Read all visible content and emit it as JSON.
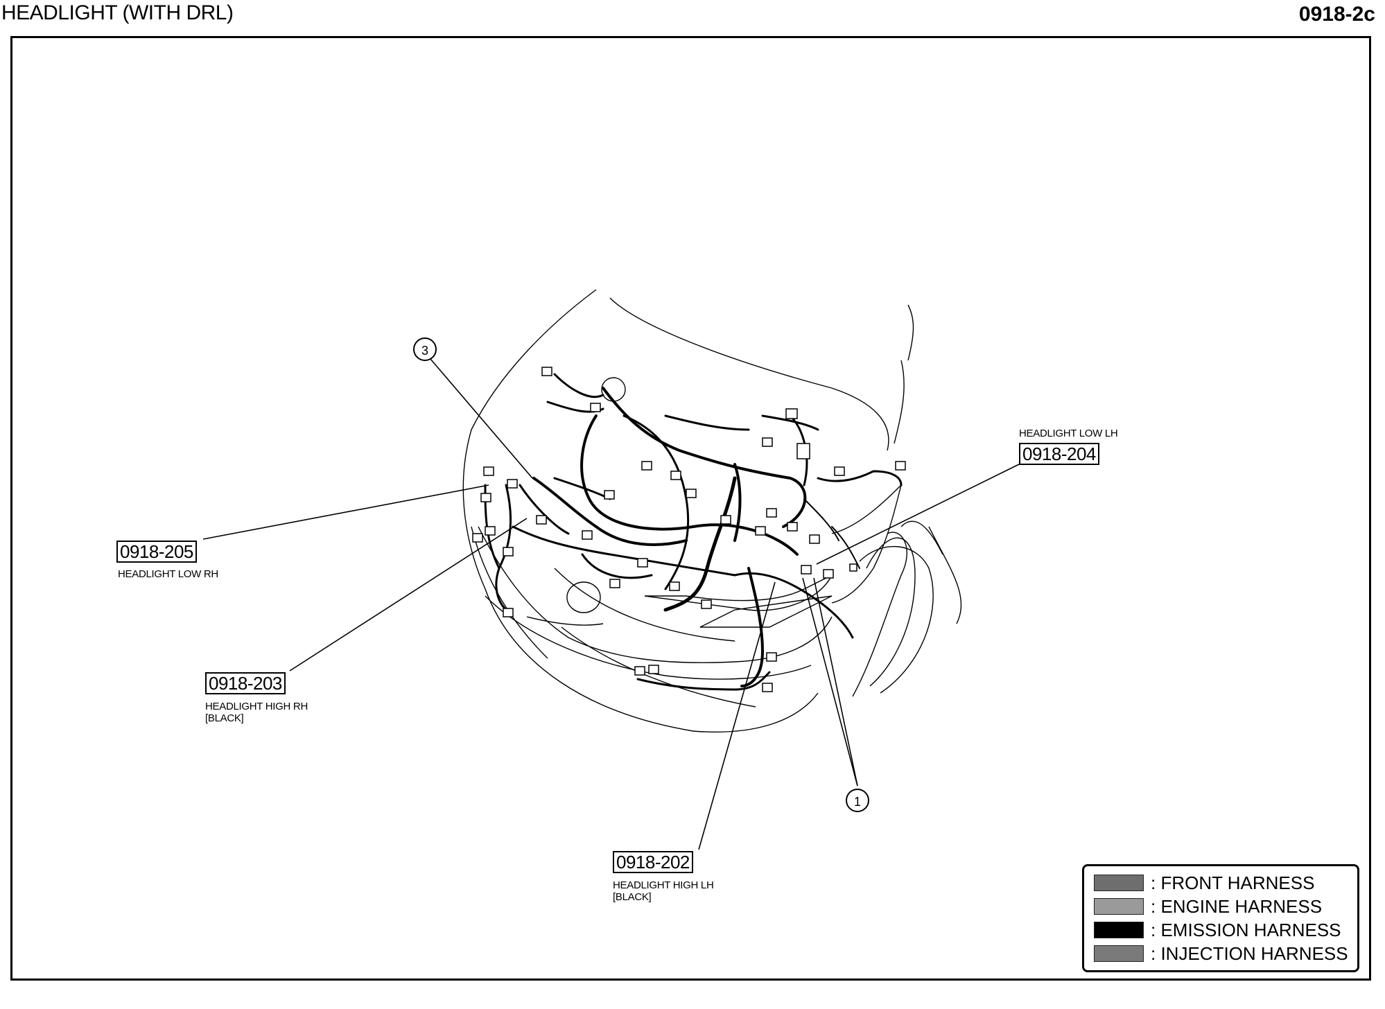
{
  "header": {
    "title": "HEADLIGHT (WITH DRL)",
    "code": "0918-2c"
  },
  "callouts": [
    {
      "code": "0918-205",
      "label_lines": [
        "HEADLIGHT LOW RH"
      ]
    },
    {
      "code": "0918-203",
      "label_lines": [
        "HEADLIGHT HIGH RH",
        "[BLACK]"
      ]
    },
    {
      "code": "0918-202",
      "label_lines": [
        "HEADLIGHT HIGH LH",
        "[BLACK]"
      ]
    },
    {
      "code": "0918-204",
      "label_lines": [
        "HEADLIGHT LOW LH"
      ]
    }
  ],
  "markers": [
    "3",
    "1"
  ],
  "legend": [
    {
      "label": ": FRONT HARNESS",
      "color": "#6e6e6e"
    },
    {
      "label": ": ENGINE HARNESS",
      "color": "#9a9a9a"
    },
    {
      "label": ": EMISSION HARNESS",
      "color": "#000000"
    },
    {
      "label": ": INJECTION HARNESS",
      "color": "#7a7a7a"
    }
  ]
}
